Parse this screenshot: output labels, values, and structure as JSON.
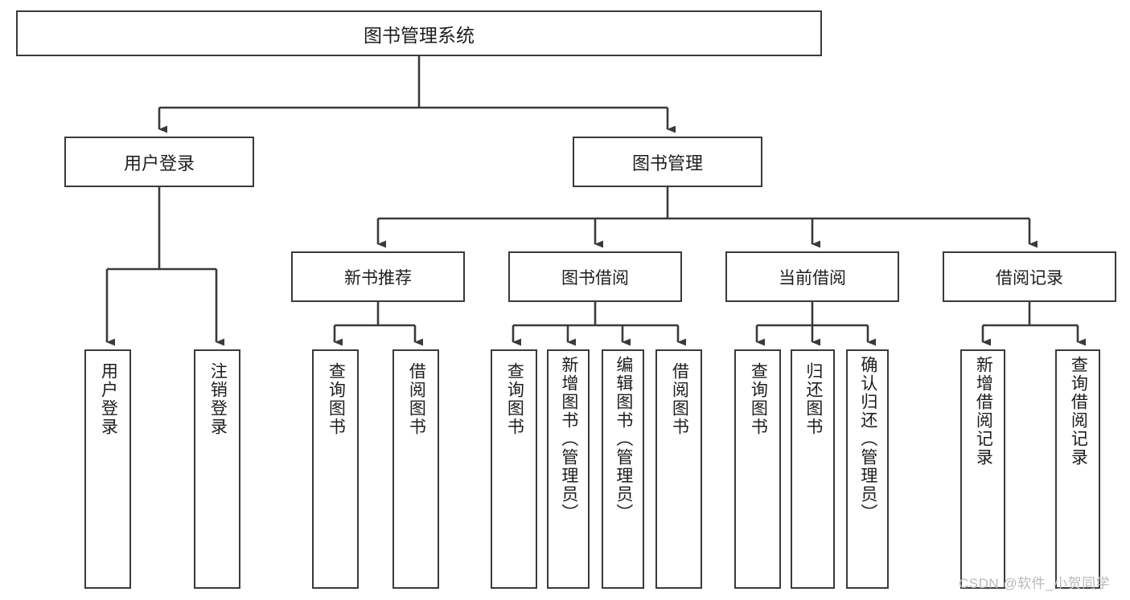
{
  "diagram": {
    "title": "图书管理系统",
    "type": "tree-hierarchy",
    "watermark": "CSDN @软件_小贺同学",
    "colors": {
      "box_border": "#3a3a3a",
      "box_fill": "#ffffff",
      "connector": "#3a3a3a",
      "text": "#1d1d1d",
      "watermark": "#b9b9b9",
      "background": "#ffffff"
    },
    "root": {
      "label": "图书管理系统"
    },
    "level2": [
      {
        "label": "用户登录"
      },
      {
        "label": "图书管理"
      }
    ],
    "level3": [
      {
        "label": "新书推荐"
      },
      {
        "label": "图书借阅"
      },
      {
        "label": "当前借阅"
      },
      {
        "label": "借阅记录"
      }
    ],
    "leaves": {
      "user_login": [
        {
          "label": "用户登录"
        },
        {
          "label": "注销登录"
        }
      ],
      "new_book_recommend": [
        {
          "label": "查询图书"
        },
        {
          "label": "借阅图书"
        }
      ],
      "book_borrow": [
        {
          "label": "查询图书"
        },
        {
          "label": "新增图书（管理员）"
        },
        {
          "label": "编辑图书（管理员）"
        },
        {
          "label": "借阅图书"
        }
      ],
      "current_borrow": [
        {
          "label": "查询图书"
        },
        {
          "label": "归还图书"
        },
        {
          "label": "确认归还（管理员）"
        }
      ],
      "borrow_record": [
        {
          "label": "新增借阅记录"
        },
        {
          "label": "查询借阅记录"
        }
      ]
    }
  }
}
